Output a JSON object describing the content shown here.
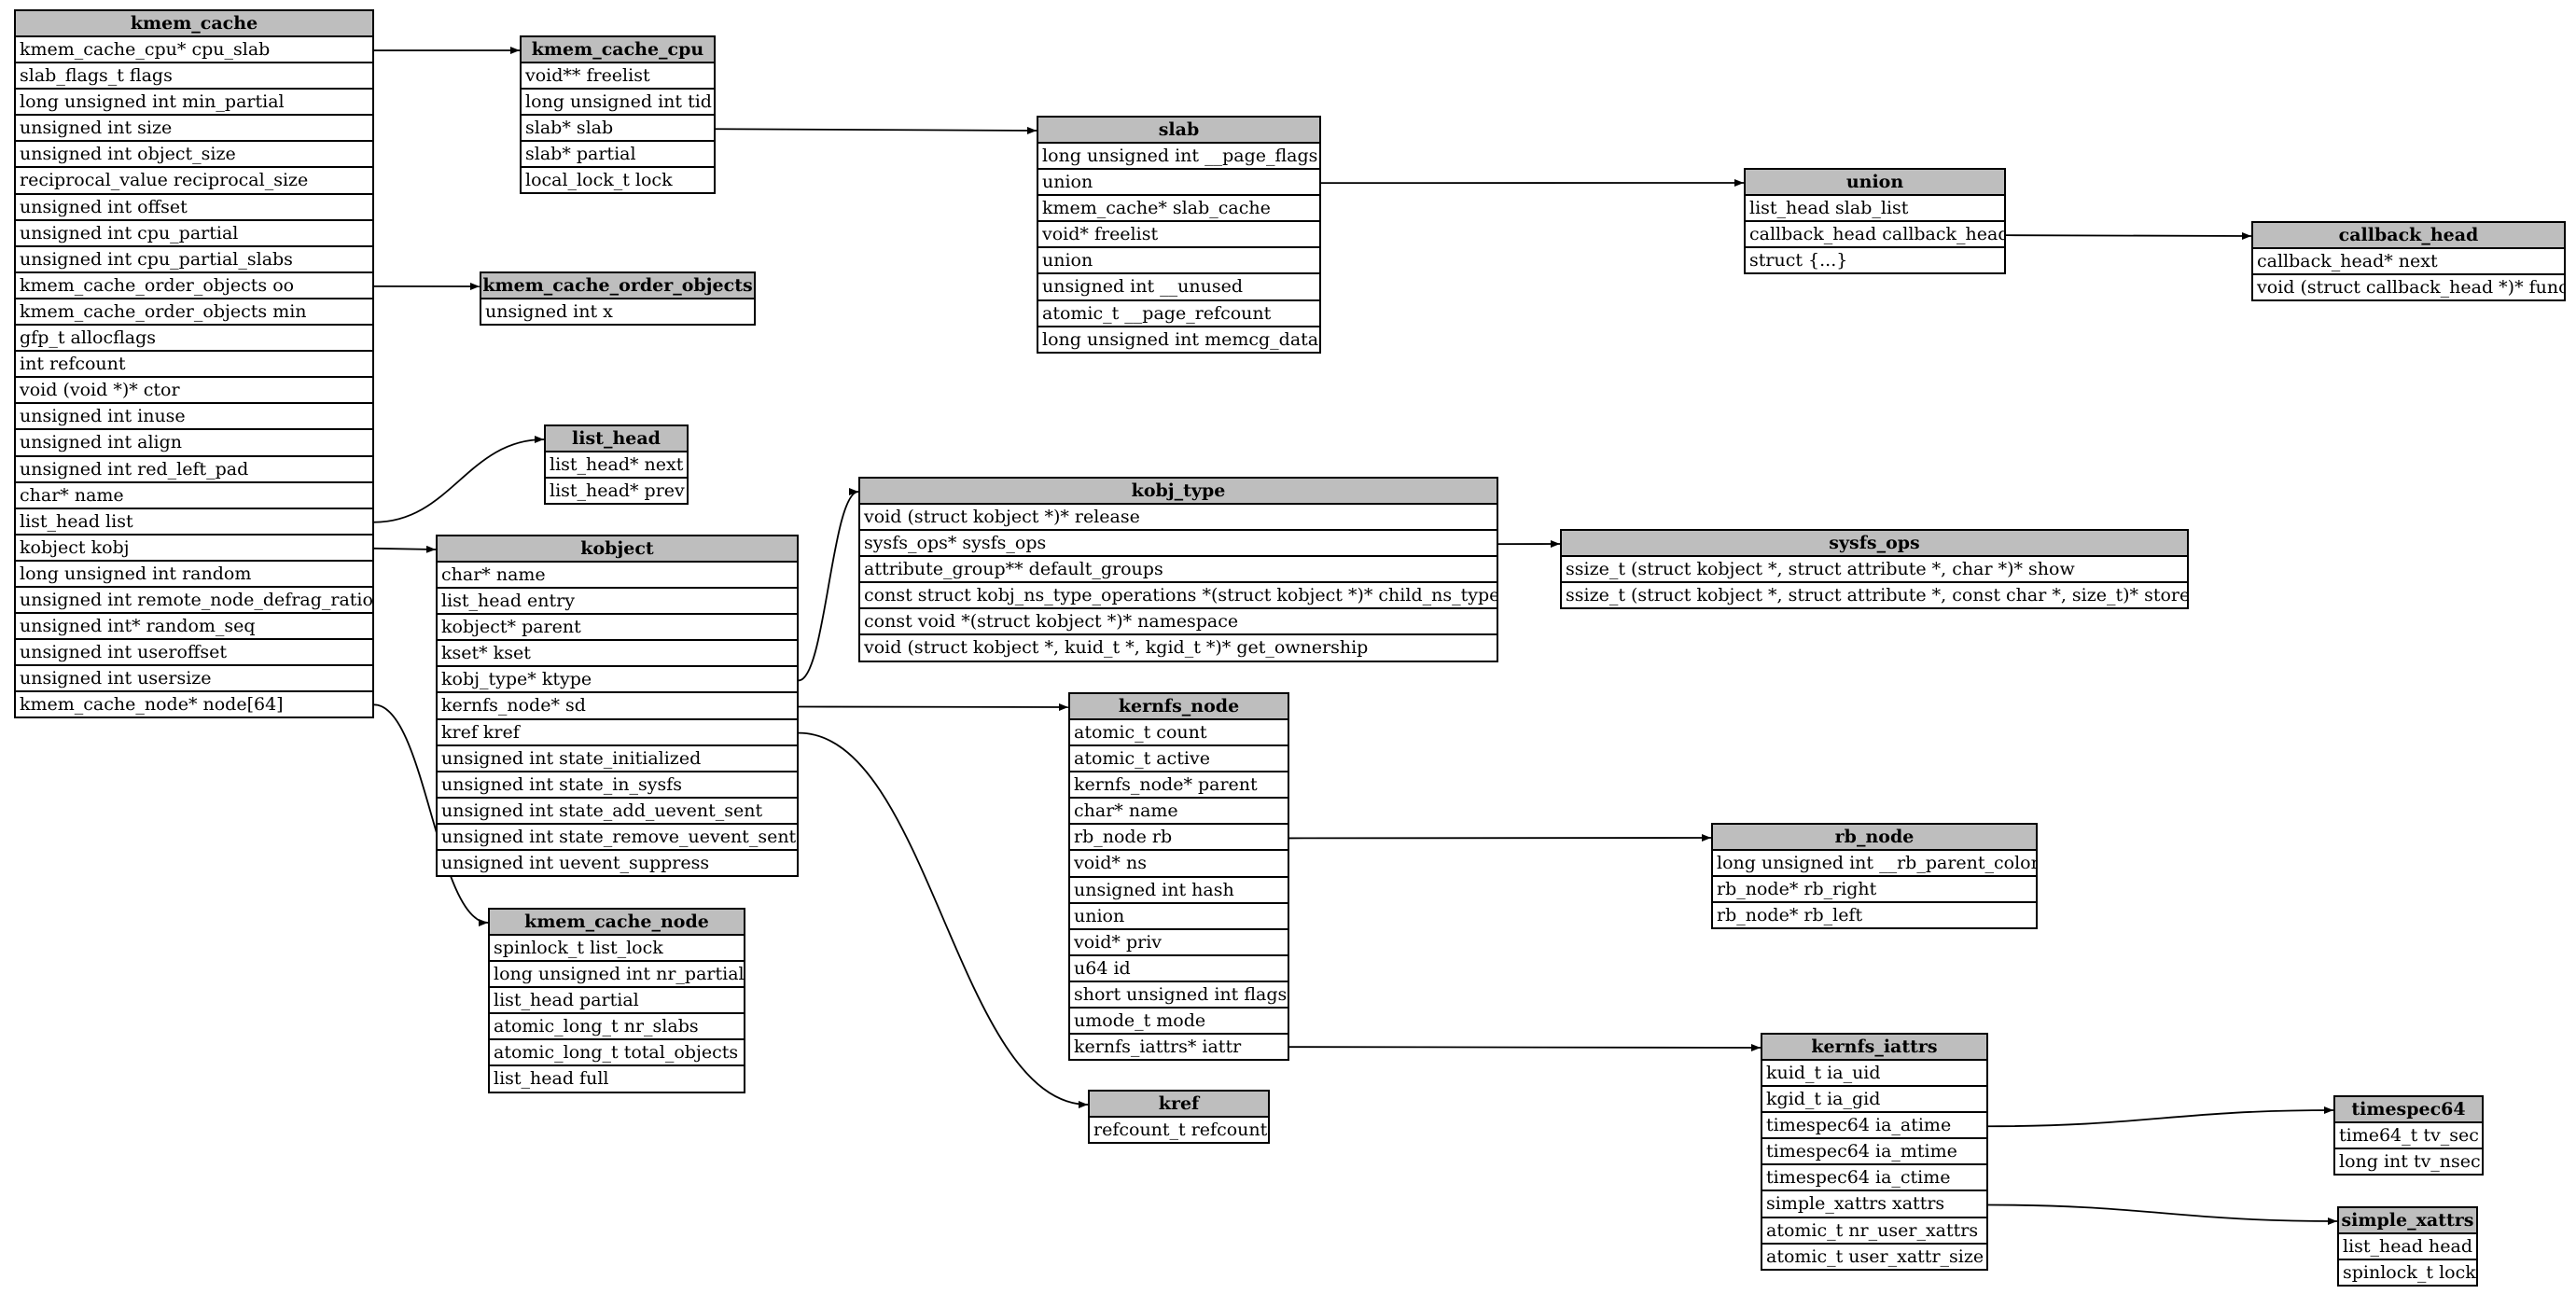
{
  "structs": {
    "kmem_cache": {
      "title": "kmem_cache",
      "fields": [
        "kmem_cache_cpu* cpu_slab",
        "slab_flags_t flags",
        "long unsigned int min_partial",
        "unsigned int size",
        "unsigned int object_size",
        "reciprocal_value reciprocal_size",
        "unsigned int offset",
        "unsigned int cpu_partial",
        "unsigned int cpu_partial_slabs",
        "kmem_cache_order_objects oo",
        "kmem_cache_order_objects min",
        "gfp_t allocflags",
        "int refcount",
        "void (void *)* ctor",
        "unsigned int inuse",
        "unsigned int align",
        "unsigned int red_left_pad",
        "char* name",
        "list_head list",
        "kobject kobj",
        "long unsigned int random",
        "unsigned int remote_node_defrag_ratio",
        "unsigned int* random_seq",
        "unsigned int useroffset",
        "unsigned int usersize",
        "kmem_cache_node* node[64]"
      ]
    },
    "kmem_cache_cpu": {
      "title": "kmem_cache_cpu",
      "fields": [
        "void** freelist",
        "long unsigned int tid",
        "slab* slab",
        "slab* partial",
        "local_lock_t lock"
      ]
    },
    "kmem_cache_order_objects": {
      "title": "kmem_cache_order_objects",
      "fields": [
        "unsigned int x"
      ]
    },
    "list_head": {
      "title": "list_head",
      "fields": [
        "list_head* next",
        "list_head* prev"
      ]
    },
    "kobject": {
      "title": "kobject",
      "fields": [
        "char* name",
        "list_head entry",
        "kobject* parent",
        "kset* kset",
        "kobj_type* ktype",
        "kernfs_node* sd",
        "kref kref",
        "unsigned int state_initialized",
        "unsigned int state_in_sysfs",
        "unsigned int state_add_uevent_sent",
        "unsigned int state_remove_uevent_sent",
        "unsigned int uevent_suppress"
      ]
    },
    "kmem_cache_node": {
      "title": "kmem_cache_node",
      "fields": [
        "spinlock_t list_lock",
        "long unsigned int nr_partial",
        "list_head partial",
        "atomic_long_t nr_slabs",
        "atomic_long_t total_objects",
        "list_head full"
      ]
    },
    "slab": {
      "title": "slab",
      "fields": [
        "long unsigned int __page_flags",
        "union",
        "kmem_cache* slab_cache",
        "void* freelist",
        "union",
        "unsigned int __unused",
        "atomic_t __page_refcount",
        "long unsigned int memcg_data"
      ]
    },
    "union": {
      "title": "union",
      "fields": [
        "list_head slab_list",
        "callback_head callback_head",
        "struct {...}"
      ]
    },
    "callback_head": {
      "title": "callback_head",
      "fields": [
        "callback_head* next",
        "void (struct callback_head *)* func"
      ]
    },
    "kobj_type": {
      "title": "kobj_type",
      "fields": [
        "void (struct kobject *)* release",
        "sysfs_ops* sysfs_ops",
        "attribute_group** default_groups",
        "const struct kobj_ns_type_operations *(struct kobject *)* child_ns_type",
        "const void *(struct kobject *)* namespace",
        "void (struct kobject *, kuid_t *, kgid_t *)* get_ownership"
      ]
    },
    "sysfs_ops": {
      "title": "sysfs_ops",
      "fields": [
        "ssize_t (struct kobject *, struct attribute *, char *)* show",
        "ssize_t (struct kobject *, struct attribute *, const char *, size_t)* store"
      ]
    },
    "kernfs_node": {
      "title": "kernfs_node",
      "fields": [
        "atomic_t count",
        "atomic_t active",
        "kernfs_node* parent",
        "char* name",
        "rb_node rb",
        "void* ns",
        "unsigned int hash",
        "union",
        "void* priv",
        "u64 id",
        "short unsigned int flags",
        "umode_t mode",
        "kernfs_iattrs* iattr"
      ]
    },
    "rb_node": {
      "title": "rb_node",
      "fields": [
        "long unsigned int __rb_parent_color",
        "rb_node* rb_right",
        "rb_node* rb_left"
      ]
    },
    "kref": {
      "title": "kref",
      "fields": [
        "refcount_t refcount"
      ]
    },
    "kernfs_iattrs": {
      "title": "kernfs_iattrs",
      "fields": [
        "kuid_t ia_uid",
        "kgid_t ia_gid",
        "timespec64 ia_atime",
        "timespec64 ia_mtime",
        "timespec64 ia_ctime",
        "simple_xattrs xattrs",
        "atomic_t nr_user_xattrs",
        "atomic_t user_xattr_size"
      ]
    },
    "timespec64": {
      "title": "timespec64",
      "fields": [
        "time64_t tv_sec",
        "long int tv_nsec"
      ]
    },
    "simple_xattrs": {
      "title": "simple_xattrs",
      "fields": [
        "list_head head",
        "spinlock_t lock"
      ]
    }
  },
  "edges": [
    {
      "from": "kmem_cache",
      "field": 0,
      "to": "kmem_cache_cpu"
    },
    {
      "from": "kmem_cache",
      "field": 9,
      "to": "kmem_cache_order_objects"
    },
    {
      "from": "kmem_cache",
      "field": 18,
      "to": "list_head"
    },
    {
      "from": "kmem_cache",
      "field": 19,
      "to": "kobject"
    },
    {
      "from": "kmem_cache",
      "field": 25,
      "to": "kmem_cache_node"
    },
    {
      "from": "kmem_cache_cpu",
      "field": 2,
      "to": "slab"
    },
    {
      "from": "slab",
      "field": 1,
      "to": "union"
    },
    {
      "from": "union",
      "field": 1,
      "to": "callback_head"
    },
    {
      "from": "kobject",
      "field": 4,
      "to": "kobj_type"
    },
    {
      "from": "kobject",
      "field": 5,
      "to": "kernfs_node"
    },
    {
      "from": "kobject",
      "field": 6,
      "to": "kref"
    },
    {
      "from": "kobj_type",
      "field": 1,
      "to": "sysfs_ops"
    },
    {
      "from": "kernfs_node",
      "field": 4,
      "to": "rb_node"
    },
    {
      "from": "kernfs_node",
      "field": 12,
      "to": "kernfs_iattrs"
    },
    {
      "from": "kernfs_iattrs",
      "field": 2,
      "to": "timespec64"
    },
    {
      "from": "kernfs_iattrs",
      "field": 5,
      "to": "simple_xattrs"
    }
  ]
}
